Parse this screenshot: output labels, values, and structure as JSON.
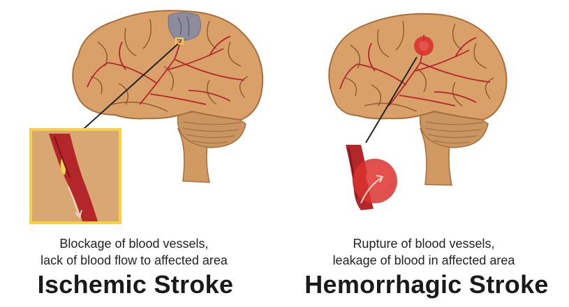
{
  "ischemic": {
    "caption_line1": "Blockage of blood vessels,",
    "caption_line2": "lack of blood flow to affected area",
    "title": "Ischemic Stroke"
  },
  "hemorrhagic": {
    "caption_line1": "Rupture of blood vessels,",
    "caption_line2": "leakage of blood in affected area",
    "title": "Hemorrhagic Stroke"
  },
  "colors": {
    "brain": "#d9a06a",
    "brain_outline": "#a86e3c",
    "cerebellum": "#c99560",
    "vessel": "#b3262a",
    "clot": "#8c8c9e",
    "bleed": "#d8322f",
    "inset_frame": "#f2d24a",
    "inset_bg": "#d9a872"
  }
}
